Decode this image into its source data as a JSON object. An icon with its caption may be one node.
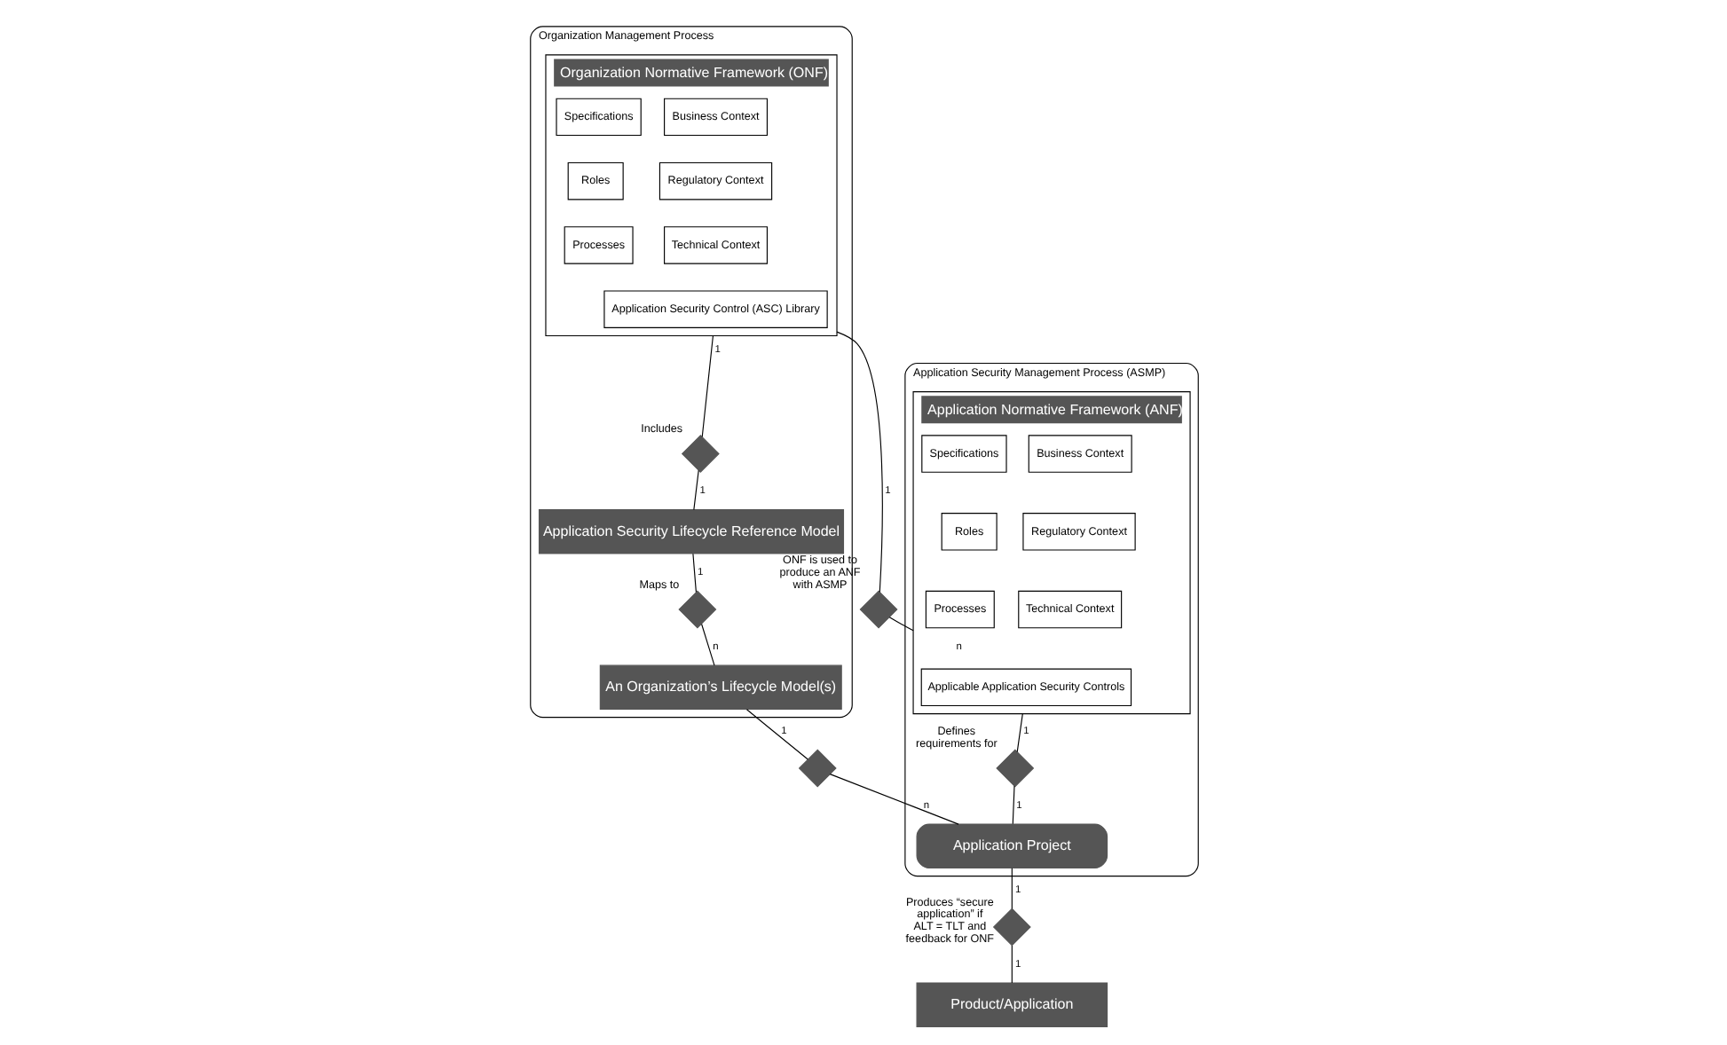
{
  "diagram": {
    "nodes": [
      {
        "text": [
          "Organization Management Process"
        ]
      },
      {
        "text": [
          "Organization Normative Framework (ONF)"
        ],
        "in": 0
      },
      {
        "text": [
          "Business Context"
        ],
        "in": 1
      },
      {
        "text": [
          "Specifications"
        ],
        "in": 1
      },
      {
        "text": [
          "Regulatory Context"
        ],
        "in": 1
      },
      {
        "text": [
          "Roles"
        ],
        "in": 1
      },
      {
        "text": [
          "Technical Context"
        ],
        "in": 1
      },
      {
        "text": [
          "Processes"
        ],
        "in": 1
      },
      {
        "text": [
          "Application Security Control (ASC) Library"
        ],
        "in": 1
      },
      {
        "text": [
          "Application Security Management Process (ASMP)"
        ]
      },
      {
        "text": [
          "Application Normative Framework (ANF)"
        ],
        "in": 9
      },
      {
        "text": [
          "Business Context"
        ],
        "in": 10
      },
      {
        "text": [
          "Specifications"
        ],
        "in": 10
      },
      {
        "text": [
          "Regulatory Context"
        ],
        "in": 10
      },
      {
        "text": [
          "Roles"
        ],
        "in": 10
      },
      {
        "text": [
          "Technical Context"
        ],
        "in": 10
      },
      {
        "text": [
          "Processes"
        ],
        "in": 10
      },
      {
        "text": [
          "Applicable Application Security Controls"
        ],
        "in": 10
      },
      {
        "text": [],
        "shape": "diamond",
        "beside": [
          "ONF is used to produce an ANF with ASMP"
        ]
      },
      {
        "text": [],
        "shape": "diamond",
        "in": 0,
        "beside": [
          "Includes"
        ]
      },
      {
        "text": [
          "Application Security Lifecycle Reference Model"
        ],
        "in": 0
      },
      {
        "text": [],
        "shape": "diamond",
        "in": 0,
        "beside": [
          "Maps to"
        ]
      },
      {
        "text": [
          "An Organization’s Lifecycle Model(s)"
        ],
        "in": 0
      },
      {
        "text": [],
        "shape": "diamond",
        "in": 9,
        "beside": [
          "Defines requirements for"
        ]
      },
      {
        "text": [
          "Application Project"
        ],
        "in": 9
      },
      {
        "text": [],
        "shape": "diamond"
      },
      {
        "text": [],
        "shape": "diamond",
        "beside": [
          "Produces “secure application” if ALT = TLT and feedback for ONF"
        ]
      },
      {
        "text": [
          "Product/Application"
        ]
      }
    ],
    "edges": [
      {
        "from": 1,
        "to": 18,
        "arrow": "none",
        "label": "1"
      },
      {
        "from": 18,
        "to": 10,
        "arrow": "none",
        "label": "n"
      },
      {
        "from": 1,
        "to": 19,
        "arrow": "none",
        "label": "1"
      },
      {
        "from": 19,
        "to": 20,
        "arrow": "none",
        "label": "1"
      },
      {
        "from": 20,
        "to": 21,
        "arrow": "none",
        "label": "1"
      },
      {
        "from": 21,
        "to": 22,
        "arrow": "none",
        "label": "n"
      },
      {
        "from": 10,
        "to": 23,
        "arrow": "none",
        "label": "1"
      },
      {
        "from": 23,
        "to": 24,
        "arrow": "none",
        "label": "1"
      },
      {
        "from": 22,
        "to": 25,
        "arrow": "none",
        "label": "1"
      },
      {
        "from": 25,
        "to": 24,
        "arrow": "none",
        "label": "n"
      },
      {
        "from": 24,
        "to": 26,
        "arrow": "none",
        "label": "1"
      },
      {
        "from": 26,
        "to": 27,
        "arrow": "none",
        "label": "1"
      }
    ]
  }
}
